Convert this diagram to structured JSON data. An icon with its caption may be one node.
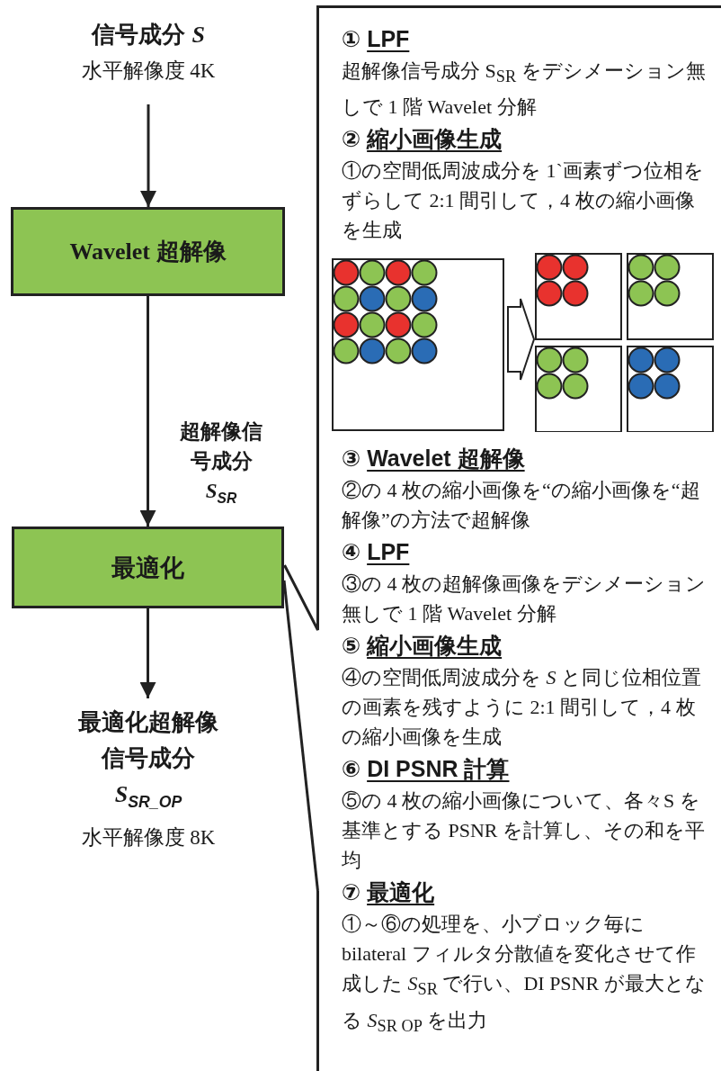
{
  "diagram": {
    "nodes": [
      {
        "text": [
          "信号成分 *S*",
          "水平解像度 4K"
        ]
      },
      {
        "text": [
          "Wavelet 超解像"
        ]
      },
      {
        "text": [
          "最適化"
        ]
      },
      {
        "text": [
          "最適化超解像信号成分 *S*$_{SR_OP}$",
          "水平解像度 8K"
        ]
      },
      {
        "text": [
          "① LPF",
          "超解像信号成分 S$_{SR}$ をデシメーション無しで 1 階 Wavelet 分解",
          "② 縮小画像生成",
          "①の空間低周波成分を 1`画素ずつ位相をずらして 2:1 間引して，4 枚の縮小画像を生成",
          "③ Wavelet 超解像",
          "②の 4 枚の縮小画像を“の縮小画像を“超解像”の方法で超解像",
          "④ LPF",
          "③の 4 枚の超解像画像をデシメーション無しで 1 階 Wavelet 分解",
          "⑤ 縮小画像生成",
          "④の空間低周波成分を *S* と同じ位相位置の画素を残すように 2:1 間引して，4 枚の縮小画像を生成",
          "⑥ DI PSNR 計算",
          "⑤の 4 枚の縮小画像について、各々S を基準とする PSNR を計算し、その和を平均",
          "⑦ 最適化",
          "①～⑥の処理を、小ブロック毎に bilateral フィルタ分散値を変化させて作成した *S*$_{SR}$ で行い、DI PSNR が最大となる *S*$_{SR OP}$ を出力"
        ]
      }
    ],
    "edges": [
      {
        "from": 0,
        "to": 1,
        "arrow": "to"
      },
      {
        "from": 1,
        "to": 2,
        "arrow": "to",
        "label": "超解像信号成分 *S*$_{SR}$"
      },
      {
        "from": 2,
        "to": 3,
        "arrow": "to"
      },
      {
        "from": 4,
        "to": 2,
        "arrow": "none"
      }
    ]
  }
}
